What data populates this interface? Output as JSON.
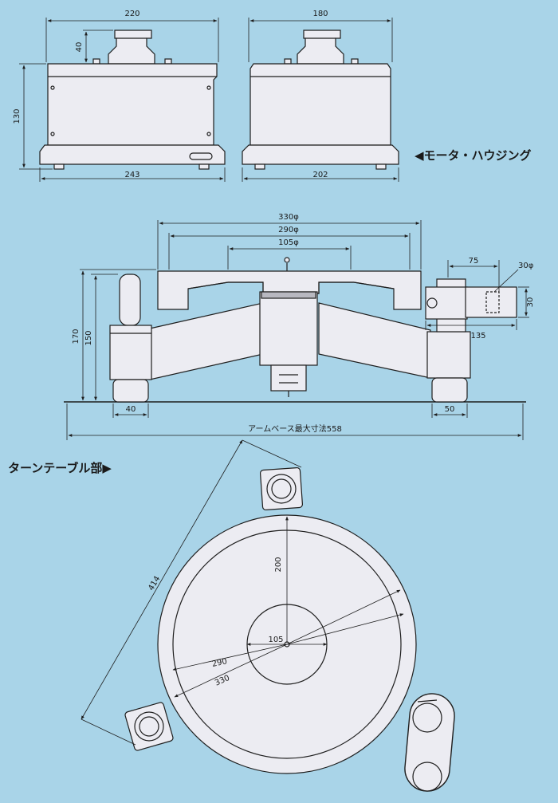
{
  "colors": {
    "background": "#a9d4e8",
    "body": "#ececf2",
    "line": "#1e1e1e"
  },
  "motor_housing": {
    "title": "◀モータ・ハウジング",
    "front_width": "220",
    "front_base_width": "243",
    "cap_height": "40",
    "total_height": "130",
    "side_width": "180",
    "side_base_width": "202"
  },
  "arm_section": {
    "dia_330": "330φ",
    "dia_290": "290φ",
    "dia_105": "105φ",
    "height_170": "170",
    "height_150": "150",
    "foot_left": "40",
    "foot_right": "50",
    "overall_base": "アームベース最大寸法558",
    "arm_75": "75",
    "arm_dia_30": "30φ",
    "arm_30": "30",
    "arm_135": "135"
  },
  "turntable": {
    "title": "ターンテーブル部▶",
    "d_414": "414",
    "d_200": "200",
    "d_105": "105",
    "d_290": "290",
    "d_330": "330"
  }
}
